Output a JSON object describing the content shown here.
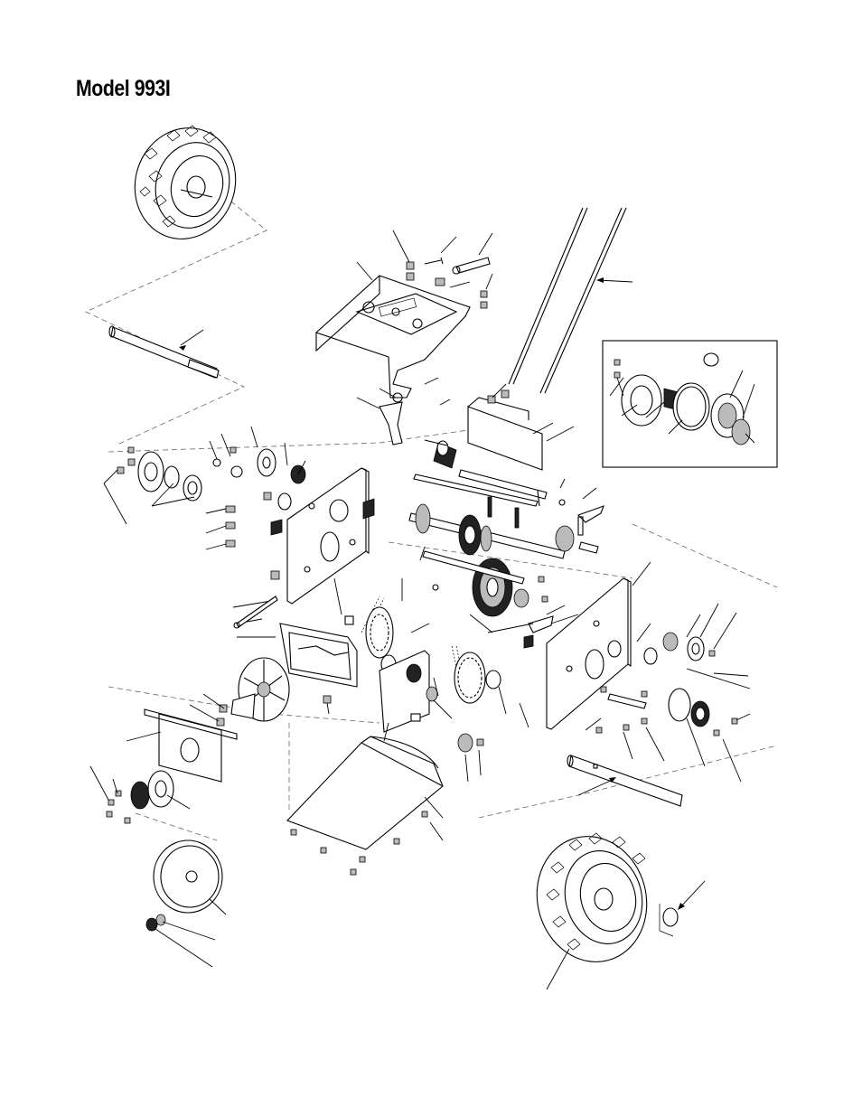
{
  "page": {
    "title": "Model 993I"
  },
  "colors": {
    "ink": "#000000",
    "paper": "#ffffff",
    "dash_lines": "#666666"
  },
  "diagram": {
    "kind": "exploded parts diagram",
    "components": [
      "wheel-top-left",
      "axle-left",
      "frame-upper",
      "shift-rods",
      "inset-clutch-assembly",
      "frame-left-side-plate",
      "frame-right-side-plate",
      "drive-sprockets",
      "friction-wheel",
      "drive-disc",
      "bottom-cover-plate",
      "axle-right",
      "wheel-bottom-right",
      "hub-cap"
    ]
  }
}
